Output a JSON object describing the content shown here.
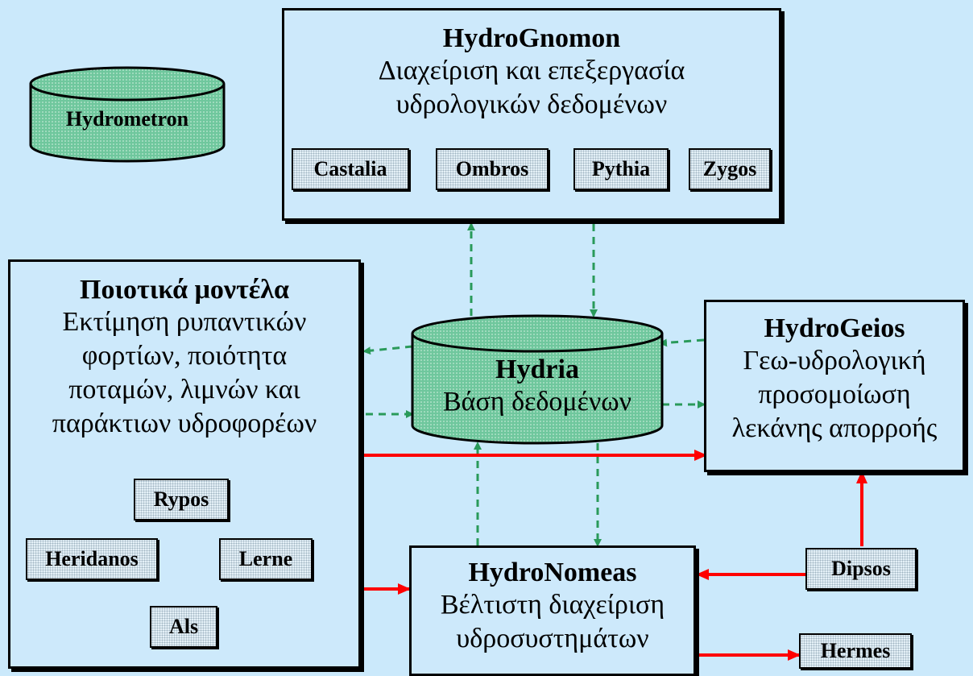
{
  "hydrogtnomon": {
    "title": "HydroGnomon",
    "subtitle_line1": "Διαχείριση και επεξεργασία",
    "subtitle_line2": "υδρολογικών δεδομένων",
    "modules": [
      "Castalia",
      "Ombros",
      "Pythia",
      "Zygos"
    ]
  },
  "hydrometron": {
    "label": "Hydrometron"
  },
  "quality": {
    "title": "Ποιοτικά μοντέλα",
    "lines": [
      "Εκτίμηση ρυπαντικών",
      "φορτίων, ποιότητα",
      "ποταμών, λιμνών και",
      "παράκτιων υδροφορέων"
    ],
    "modules": {
      "rypos": "Rypos",
      "heridanos": "Heridanos",
      "lerne": "Lerne",
      "als": "Als"
    }
  },
  "hydria": {
    "title": "Hydria",
    "subtitle": "Βάση δεδομένων"
  },
  "hydrogeios": {
    "title": "HydroGeios",
    "lines": [
      "Γεω-υδρολογική",
      "προσομοίωση",
      "λεκάνης απορροής"
    ]
  },
  "hydronomeas": {
    "title": "HydroNomeas",
    "lines": [
      "Βέλτιστη διαχείριση",
      "υδροσυστημάτων"
    ]
  },
  "dipsos": {
    "label": "Dipsos"
  },
  "hermes": {
    "label": "Hermes"
  },
  "colors": {
    "background": "#cbe9fb",
    "db_fill": "#6fc79d",
    "dashed_arrow": "#2a9a5a",
    "solid_arrow": "#ff0000"
  }
}
